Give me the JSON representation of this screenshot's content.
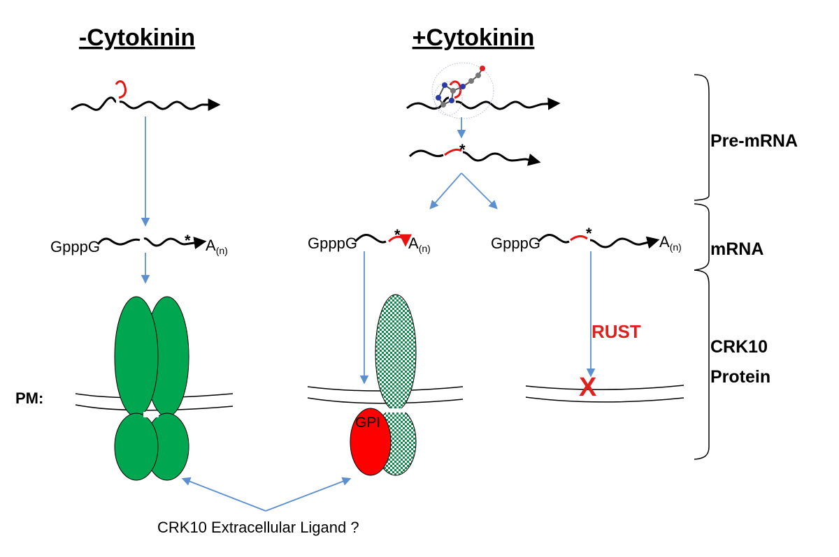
{
  "titles": {
    "minus": "-Cytokinin",
    "plus": "+Cytokinin"
  },
  "side_labels": {
    "pre_mrna": "Pre-mRNA",
    "mrna": "mRNA",
    "protein_line1": "CRK10",
    "protein_line2": "Protein"
  },
  "mrna": {
    "cap": "GpppG",
    "polya": "A",
    "polya_sub": "(n)",
    "mark": "*"
  },
  "membrane_label": "PM:",
  "gpi_label": "GPI",
  "rust_label": "RUST",
  "block_mark": "X",
  "ligand_label": "CRK10 Extracellular Ligand ?",
  "colors": {
    "exon_red": "#e8120f",
    "arrow_blue": "#5b8fd0",
    "protein_green": "#00a650",
    "gpi_red": "#ff0000",
    "rust_red": "#e0201b"
  }
}
